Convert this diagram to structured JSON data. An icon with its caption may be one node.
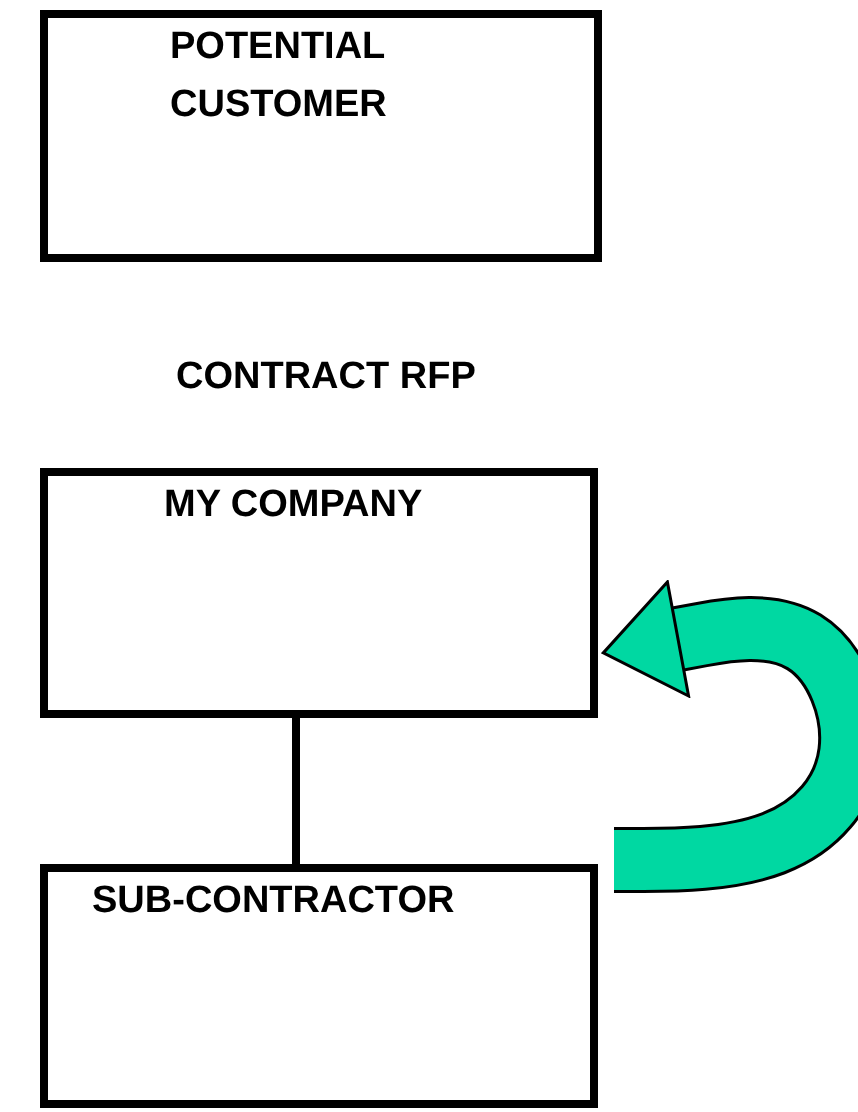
{
  "diagram": {
    "nodes": [
      {
        "text": [
          "POTENTIAL CUSTOMER"
        ]
      },
      {
        "text": [
          "MY COMPANY"
        ]
      },
      {
        "text": [
          "SUB-CONTRACTOR"
        ]
      }
    ],
    "edges": [
      {
        "from": 1,
        "to": 2,
        "arrow": "none"
      },
      {
        "from": 2,
        "to": 1,
        "arrow": "to",
        "style": "thick",
        "color": "#00d8a2"
      }
    ],
    "labels": [
      "CONTRACT RFP"
    ]
  }
}
